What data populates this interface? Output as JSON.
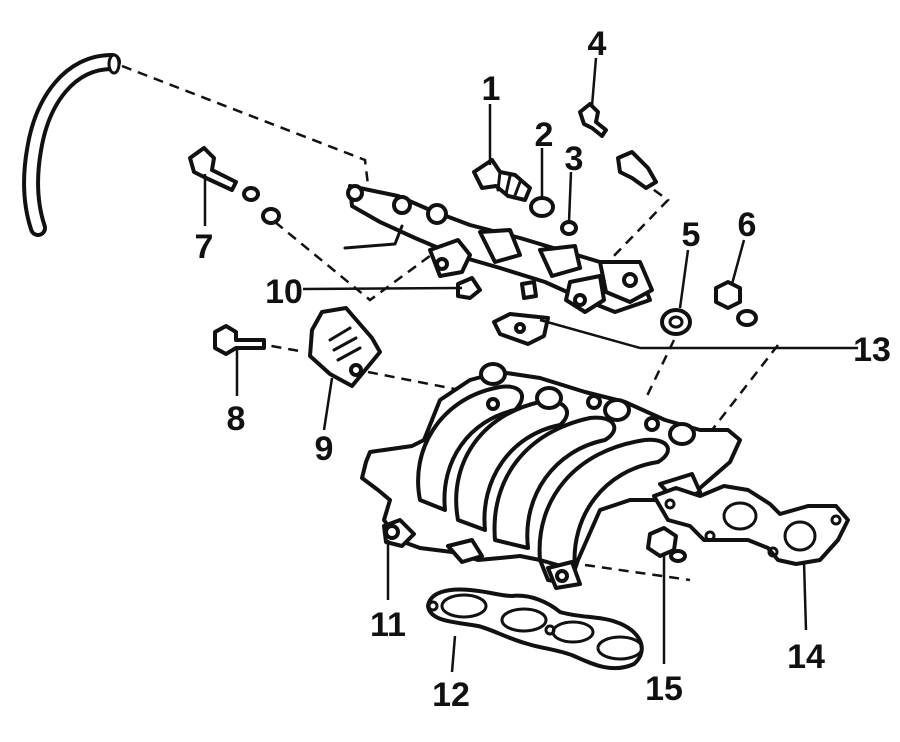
{
  "callouts": {
    "n1": "1",
    "n2": "2",
    "n3": "3",
    "n4": "4",
    "n5": "5",
    "n6": "6",
    "n7": "7",
    "n8": "8",
    "n9": "9",
    "n10": "10",
    "n11": "11",
    "n12": "12",
    "n13": "13",
    "n14": "14",
    "n15": "15"
  },
  "colors": {
    "ink": "#111111",
    "paper": "#ffffff"
  }
}
